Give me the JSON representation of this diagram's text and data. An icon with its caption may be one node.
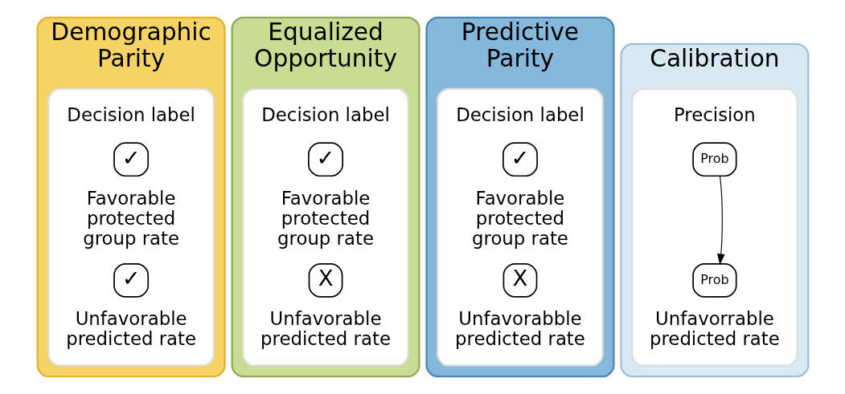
{
  "diagram": {
    "nodes": [
      {
        "text": [
          "Demographic Parity"
        ]
      },
      {
        "text": [],
        "shape": "box",
        "in": 0
      },
      {
        "text": [
          "Decision label"
        ],
        "in": 1
      },
      {
        "text": [
          "✓"
        ],
        "in": 1
      },
      {
        "text": [
          "Favorable protected group rate"
        ],
        "in": 1
      },
      {
        "text": [
          "✓"
        ],
        "in": 1
      },
      {
        "text": [
          "Unfavorable predicted rate"
        ],
        "in": 1
      },
      {
        "text": [
          "Equalized Opportunity"
        ]
      },
      {
        "text": [],
        "shape": "box",
        "in": 7
      },
      {
        "text": [
          "Decision label"
        ],
        "in": 8
      },
      {
        "text": [
          "✓"
        ],
        "in": 8
      },
      {
        "text": [
          "Favorable protected group rate"
        ],
        "in": 8
      },
      {
        "text": [
          "X"
        ],
        "in": 8
      },
      {
        "text": [
          "Unfavorable predicted rate"
        ],
        "in": 8
      },
      {
        "text": [
          "Predictive Parity"
        ]
      },
      {
        "text": [],
        "shape": "box",
        "in": 14
      },
      {
        "text": [
          "Decision label"
        ],
        "in": 15
      },
      {
        "text": [
          "✓"
        ],
        "in": 15
      },
      {
        "text": [
          "Favorable protected group rate"
        ],
        "in": 15
      },
      {
        "text": [
          "X"
        ],
        "in": 15
      },
      {
        "text": [
          "Unfavorabble predicted rate"
        ],
        "in": 15
      },
      {
        "text": [
          "Calibration"
        ]
      },
      {
        "text": [],
        "shape": "box",
        "in": 21
      },
      {
        "text": [
          "Precision"
        ],
        "in": 22
      },
      {
        "text": [
          "Prob"
        ],
        "in": 22
      },
      {
        "text": [
          "Prob"
        ],
        "in": 22
      },
      {
        "text": [
          "Unfavorrable predicted rate"
        ],
        "in": 22
      }
    ],
    "edges": [
      {
        "from": 24,
        "to": 25,
        "arrow": "to"
      }
    ]
  }
}
